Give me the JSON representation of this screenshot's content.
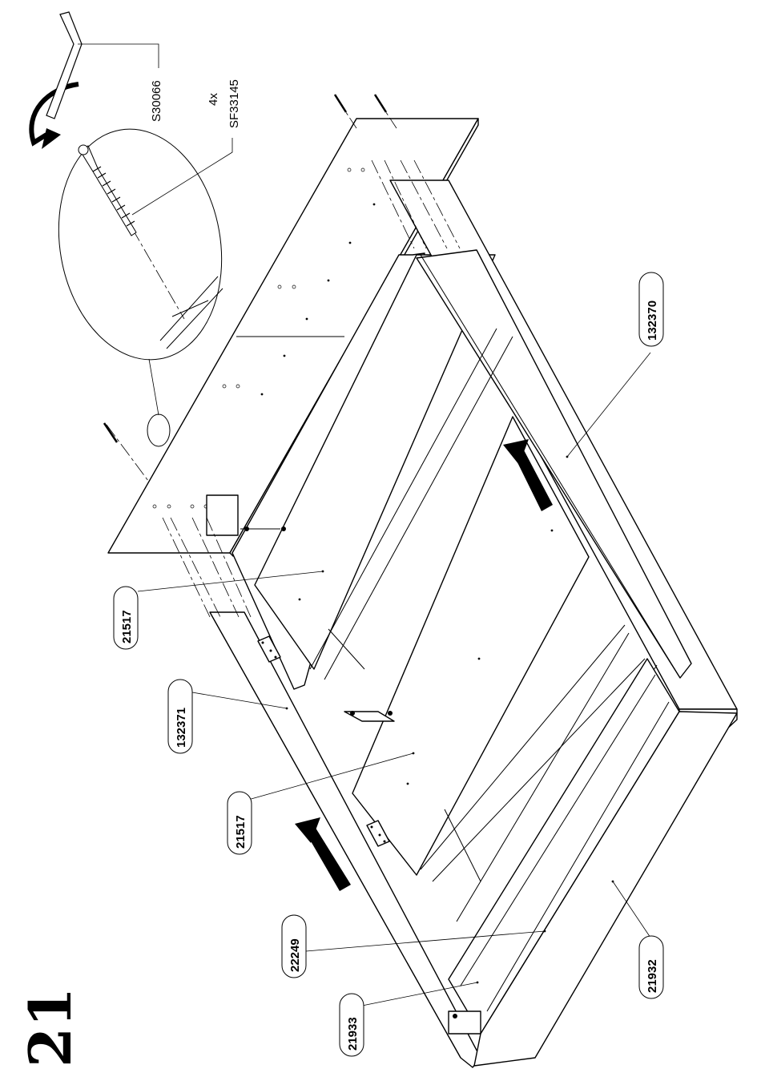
{
  "step": {
    "number": "21"
  },
  "parts": {
    "pin": "S30066",
    "screw_qty": "4x",
    "screw": "SF33145",
    "side_right": "132370",
    "side_left": "132371",
    "slat_upper": "21517",
    "slat_lower": "21517",
    "rail": "22249",
    "foot_inner": "21933",
    "foot_board": "21932"
  }
}
